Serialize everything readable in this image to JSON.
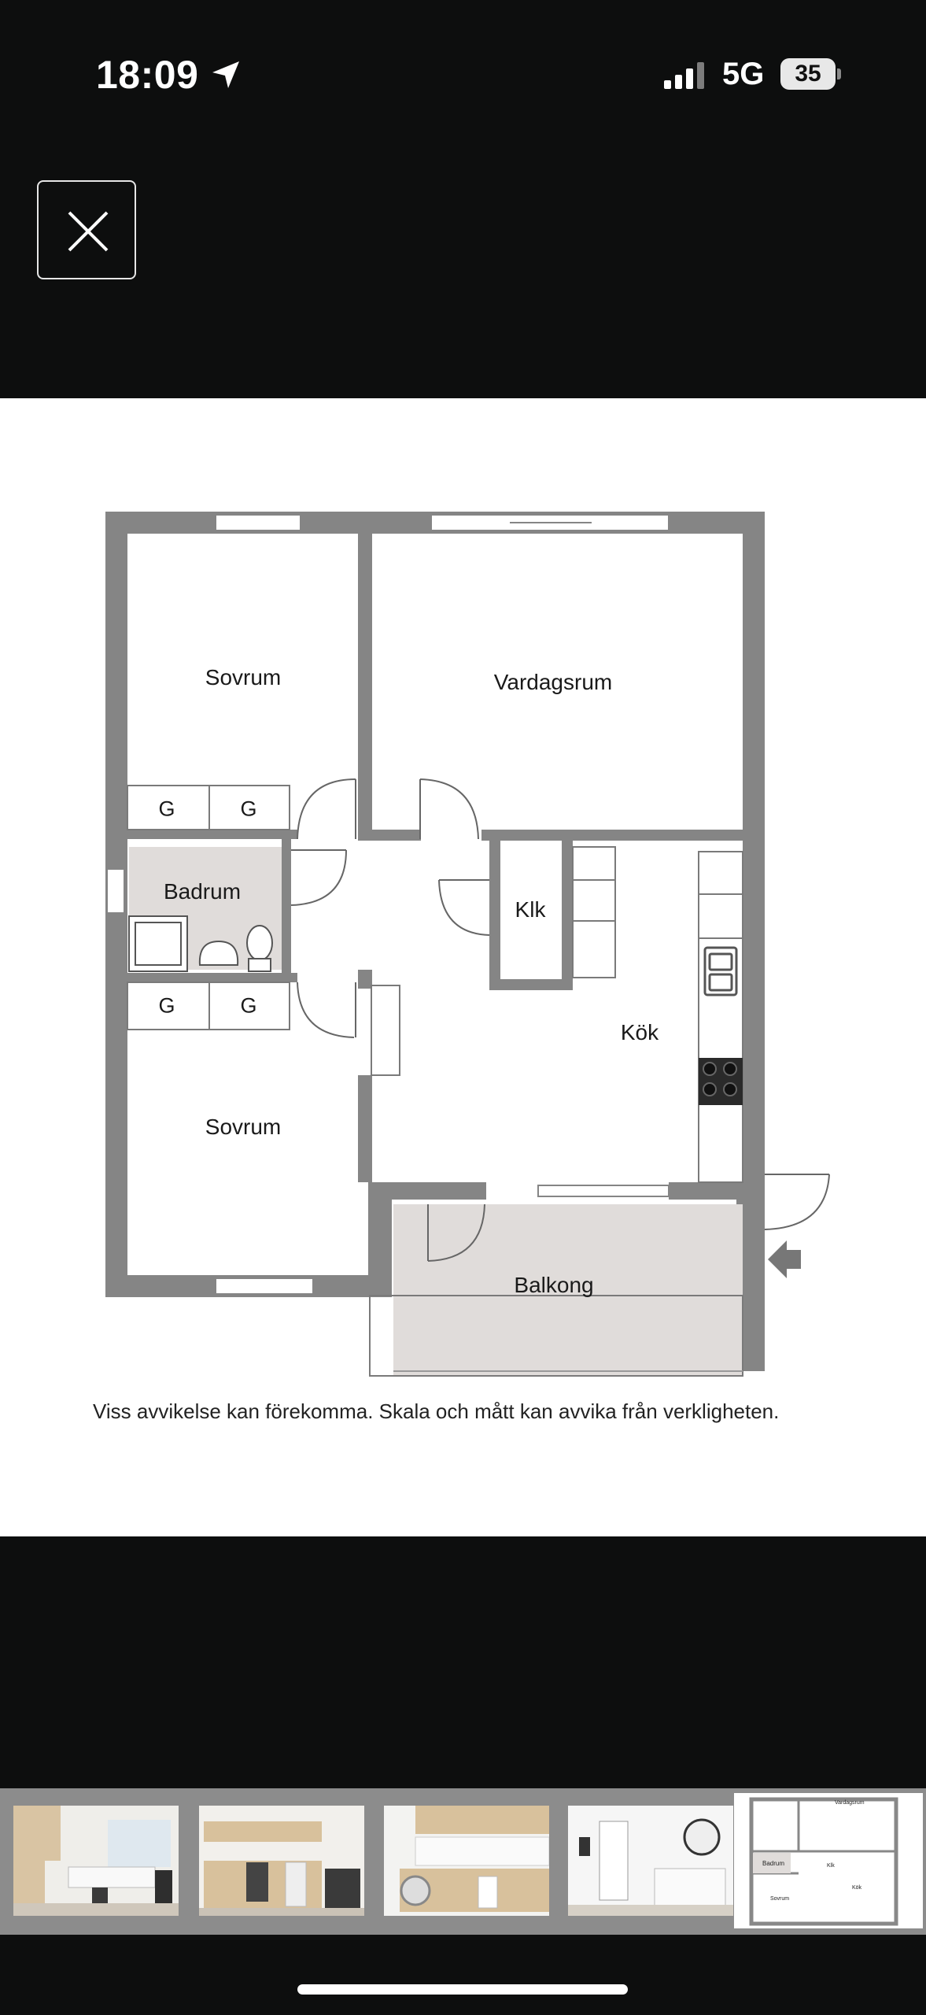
{
  "status_bar": {
    "time": "18:09",
    "network": "5G",
    "battery": "35"
  },
  "toolbar": {
    "close_icon": "close-icon"
  },
  "floorplan": {
    "rooms": {
      "sovrum_top": "Sovrum",
      "vardagsrum": "Vardagsrum",
      "badrum": "Badrum",
      "klk": "Klk",
      "kok": "Kök",
      "sovrum_bottom": "Sovrum",
      "balkong": "Balkong"
    },
    "closet_label": "G",
    "disclaimer": "Viss avvikelse kan förekomma. Skala och mått kan avvika från verkligheten."
  },
  "thumbnails": [
    {
      "name": "kitchen-dining-photo"
    },
    {
      "name": "kitchen-counter-photo"
    },
    {
      "name": "kitchen-laundry-photo"
    },
    {
      "name": "hallway-photo"
    },
    {
      "name": "floorplan-photo",
      "selected": true,
      "labels": [
        "Badrum",
        "Klk",
        "Sovrum",
        "Kök",
        "Vardagsrum"
      ]
    }
  ],
  "colors": {
    "wall": "#858585",
    "floor_tint": "#e0dcda",
    "background": "#0d0e0e"
  }
}
